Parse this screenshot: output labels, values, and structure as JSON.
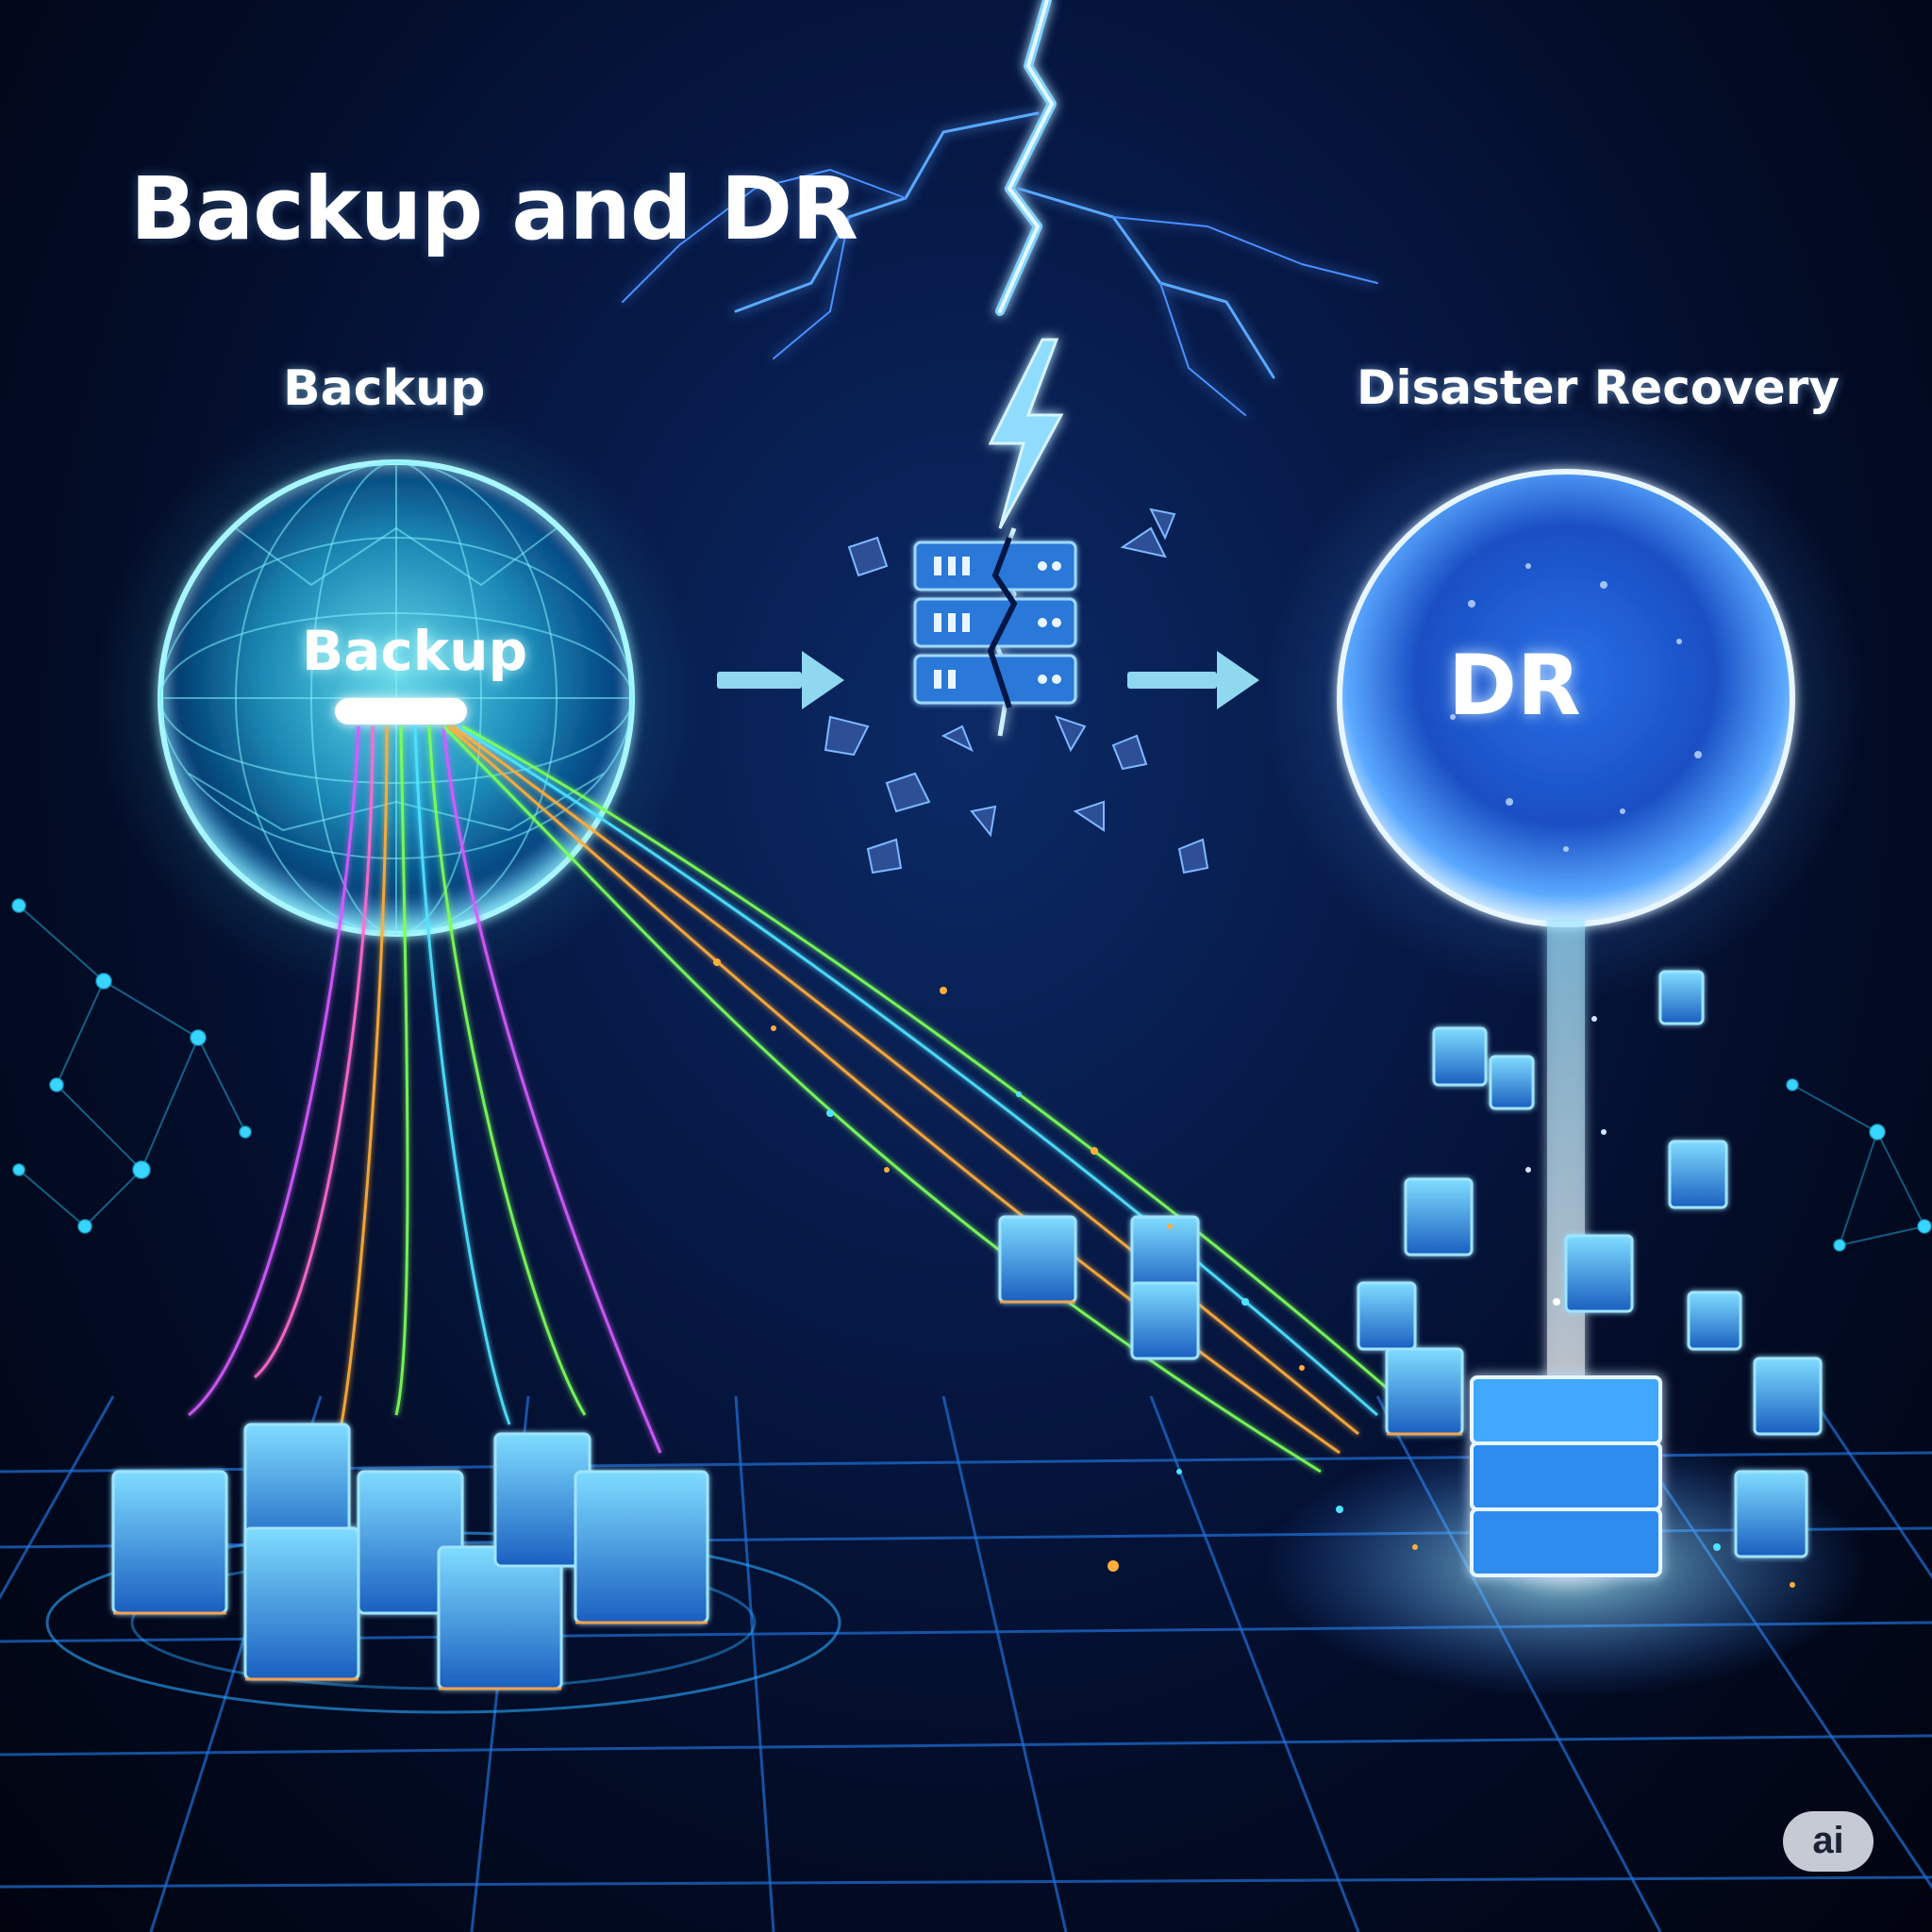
{
  "header": {
    "title": "Backup and DR"
  },
  "labels": {
    "backup": "Backup",
    "disaster_recovery": "Disaster Recovery"
  },
  "spheres": {
    "backup_text": "Backup",
    "dr_text": "DR"
  },
  "badge": {
    "text": "ai"
  },
  "colors": {
    "background": "#030c26",
    "backup_sphere": "#3fe7ff",
    "dr_sphere": "#3f8cff",
    "lightning": "#7fd4ff",
    "grid": "#1f6fd6",
    "server": "#2f9bff",
    "server_glow": "#ff9a3c",
    "stream_colors": [
      "#d65bff",
      "#7dff5a",
      "#ffae3a",
      "#4fe3ff",
      "#ff6bd0"
    ]
  },
  "icons": [
    "lightning-bolt-icon",
    "arrow-right-icon",
    "server-rack-icon",
    "server-cube-icon"
  ]
}
